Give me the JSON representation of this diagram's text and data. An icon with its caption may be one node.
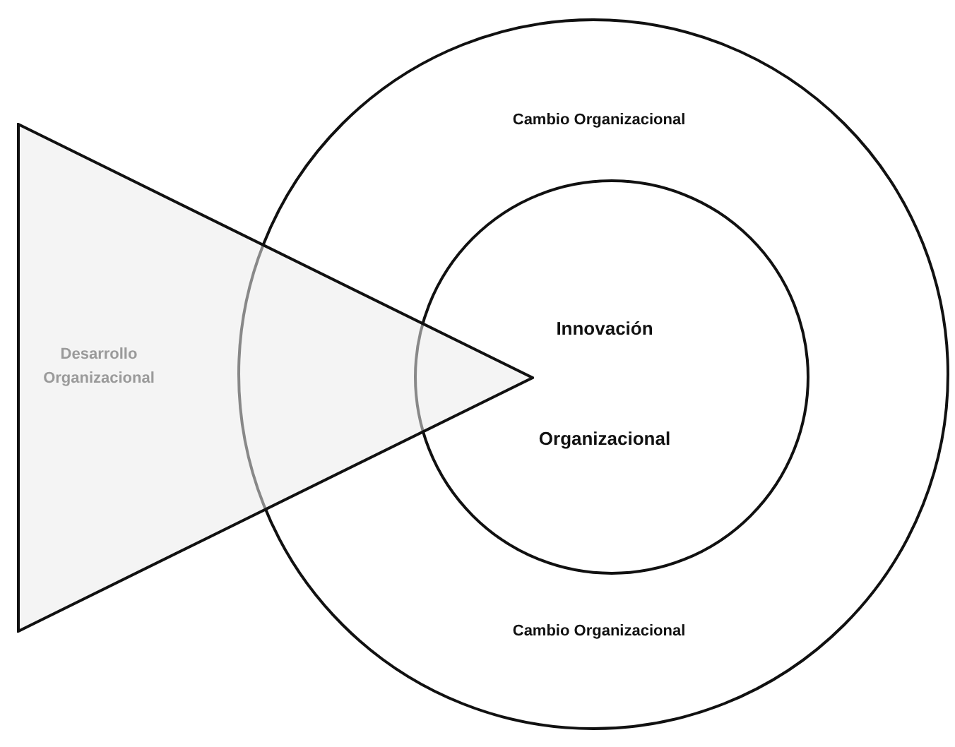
{
  "diagram": {
    "nodes": [
      {
        "text": [
          "Cambio Organizacional",
          "Cambio Organizacional"
        ]
      },
      {
        "text": [
          "Innovación",
          "Organizacional"
        ],
        "in": 0
      },
      {
        "text": [
          "Desarrollo Organizacional"
        ]
      }
    ],
    "edges": []
  }
}
